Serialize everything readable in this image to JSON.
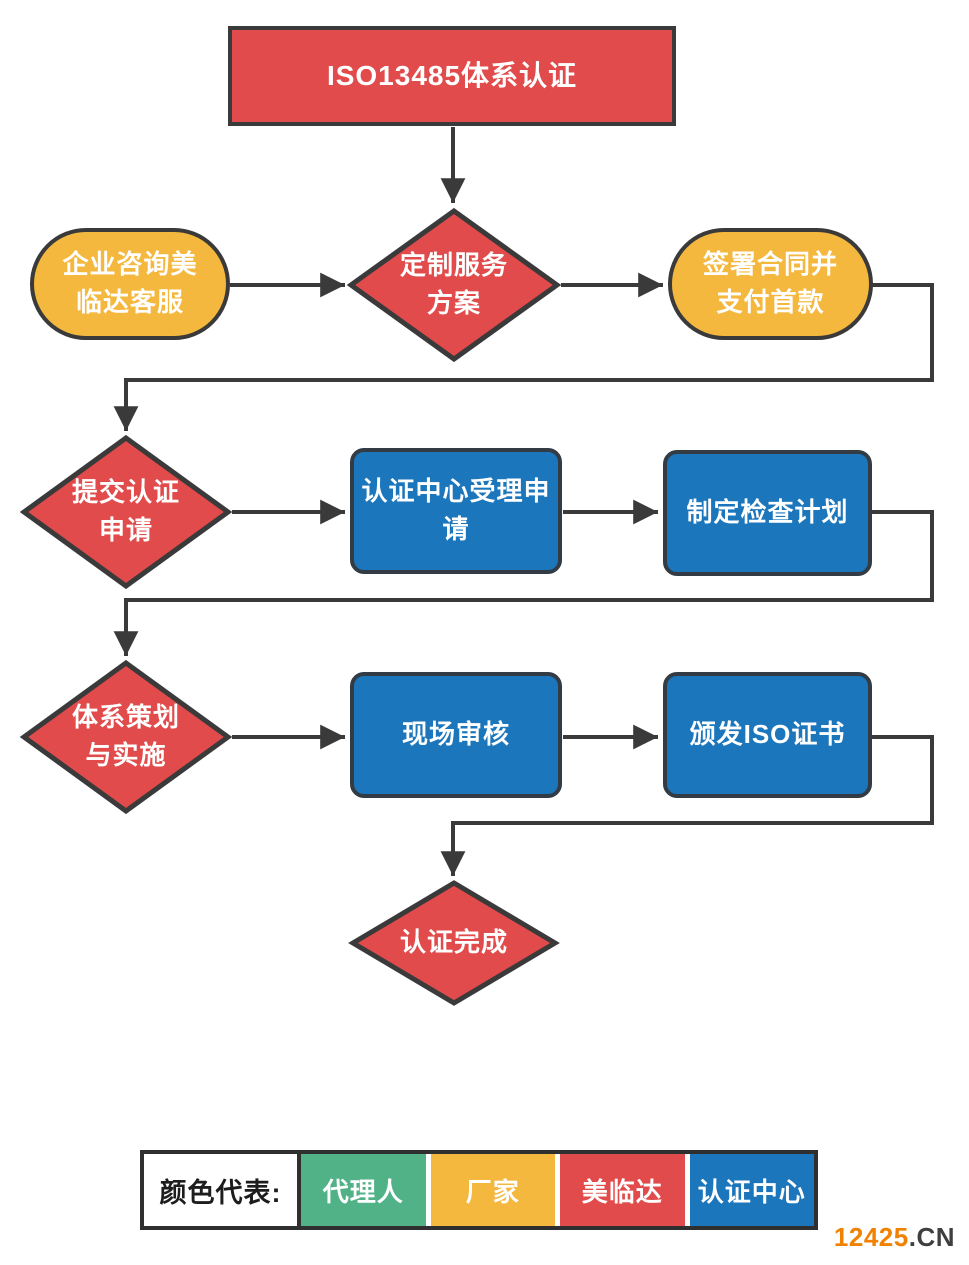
{
  "colors": {
    "red": "#e14b4b",
    "yellow": "#f5b83e",
    "blue": "#1b76bc",
    "green": "#51b287",
    "line": "#3a3a3a",
    "node_text": "#ffffff",
    "legend_text": "#1d1d1d",
    "watermark_orange": "#f18101",
    "watermark_dark": "#3f3f3f",
    "background": "#ffffff"
  },
  "nodes": {
    "title": {
      "label": "ISO13485体系认证"
    },
    "consult": {
      "label": "企业咨询美\n临达客服"
    },
    "custom_plan": {
      "label": "定制服务\n方案"
    },
    "sign_contract": {
      "label": "签署合同并\n支付首款"
    },
    "submit_apply": {
      "label": "提交认证\n申请"
    },
    "center_accept": {
      "label": "认证中心受理申\n请"
    },
    "make_plan": {
      "label": "制定检查计划"
    },
    "system_plan": {
      "label": "体系策划\n与实施"
    },
    "site_audit": {
      "label": "现场审核"
    },
    "issue_cert": {
      "label": "颁发ISO证书"
    },
    "complete": {
      "label": "认证完成"
    }
  },
  "legend": {
    "label": "颜色代表:",
    "items": [
      {
        "label": "代理人",
        "color": "#51b287"
      },
      {
        "label": "厂家",
        "color": "#f5b83e"
      },
      {
        "label": "美临达",
        "color": "#e14b4b"
      },
      {
        "label": "认证中心",
        "color": "#1b76bc"
      }
    ]
  },
  "watermark": {
    "number": "12425",
    "suffix": ".CN"
  }
}
